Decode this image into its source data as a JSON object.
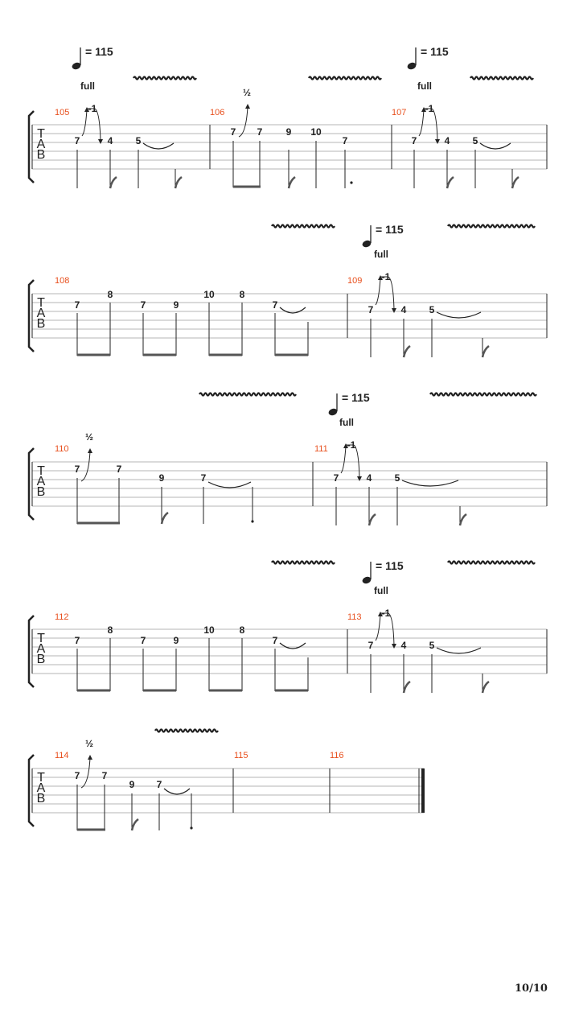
{
  "page": {
    "number": "10/10"
  },
  "colors": {
    "measure_number": "#e8501e",
    "ink": "#222222",
    "staff_line": "#b4b4b4"
  },
  "tab_clef": [
    "T",
    "A",
    "B"
  ],
  "bend_labels": {
    "full": "full",
    "half": "½",
    "release": "-1"
  },
  "tempo": {
    "value": "115",
    "prefix": "= "
  },
  "systems": [
    {
      "measures": [
        {
          "number": "105",
          "notes": [
            "7",
            "4",
            "5"
          ],
          "bends": [
            "full",
            "-1"
          ],
          "tempo_marks": 1
        },
        {
          "number": "106",
          "notes": [
            "7",
            "7",
            "9",
            "10",
            "7"
          ],
          "bends": [
            "½"
          ],
          "tempo_marks": 0
        },
        {
          "number": "107",
          "notes": [
            "7",
            "4",
            "5"
          ],
          "bends": [
            "full",
            "-1"
          ],
          "tempo_marks": 1
        }
      ]
    },
    {
      "measures": [
        {
          "number": "108",
          "notes": [
            "7",
            "8",
            "7",
            "9",
            "10",
            "8",
            "7"
          ],
          "bends": [],
          "tempo_marks": 0
        },
        {
          "number": "109",
          "notes": [
            "7",
            "4",
            "5"
          ],
          "bends": [
            "full",
            "-1"
          ],
          "tempo_marks": 1
        }
      ]
    },
    {
      "measures": [
        {
          "number": "110",
          "notes": [
            "7",
            "7",
            "9",
            "7"
          ],
          "bends": [
            "½"
          ],
          "tempo_marks": 0
        },
        {
          "number": "111",
          "notes": [
            "7",
            "4",
            "5"
          ],
          "bends": [
            "full",
            "-1"
          ],
          "tempo_marks": 1
        }
      ]
    },
    {
      "measures": [
        {
          "number": "112",
          "notes": [
            "7",
            "8",
            "7",
            "9",
            "10",
            "8",
            "7"
          ],
          "bends": [],
          "tempo_marks": 0
        },
        {
          "number": "113",
          "notes": [
            "7",
            "4",
            "5"
          ],
          "bends": [
            "full",
            "-1"
          ],
          "tempo_marks": 1
        }
      ]
    },
    {
      "measures": [
        {
          "number": "114",
          "notes": [
            "7",
            "7",
            "9",
            "7"
          ],
          "bends": [
            "½"
          ],
          "tempo_marks": 0
        },
        {
          "number": "115",
          "notes": [],
          "bends": [],
          "tempo_marks": 0
        },
        {
          "number": "116",
          "notes": [],
          "bends": [],
          "tempo_marks": 0
        }
      ]
    }
  ]
}
